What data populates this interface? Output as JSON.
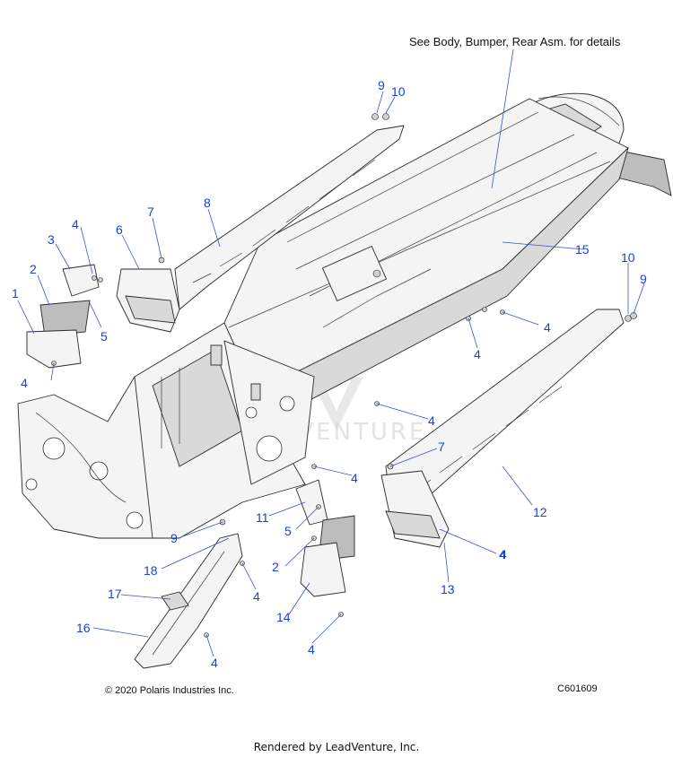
{
  "note": "See Body, Bumper, Rear Asm. for details",
  "callouts": [
    {
      "label": "1"
    },
    {
      "label": "2"
    },
    {
      "label": "3"
    },
    {
      "label": "4"
    },
    {
      "label": "5"
    },
    {
      "label": "6"
    },
    {
      "label": "7"
    },
    {
      "label": "8"
    },
    {
      "label": "9"
    },
    {
      "label": "10"
    },
    {
      "label": "15"
    },
    {
      "label": "10"
    },
    {
      "label": "9"
    },
    {
      "label": "4"
    },
    {
      "label": "4"
    },
    {
      "label": "4"
    },
    {
      "label": "4"
    },
    {
      "label": "4"
    },
    {
      "label": "7"
    },
    {
      "label": "4"
    },
    {
      "label": "11"
    },
    {
      "label": "12"
    },
    {
      "label": "5"
    },
    {
      "label": "9"
    },
    {
      "label": "2"
    },
    {
      "label": "4"
    },
    {
      "label": "18"
    },
    {
      "label": "4"
    },
    {
      "label": "13"
    },
    {
      "label": "17"
    },
    {
      "label": "14"
    },
    {
      "label": "16"
    },
    {
      "label": "4"
    },
    {
      "label": "4"
    }
  ],
  "watermark_text": "ADVENTURE",
  "copyright": "© 2020 Polaris Industries Inc.",
  "drawing_id": "C601609",
  "rendered_by": "Rendered by LeadVenture, Inc."
}
